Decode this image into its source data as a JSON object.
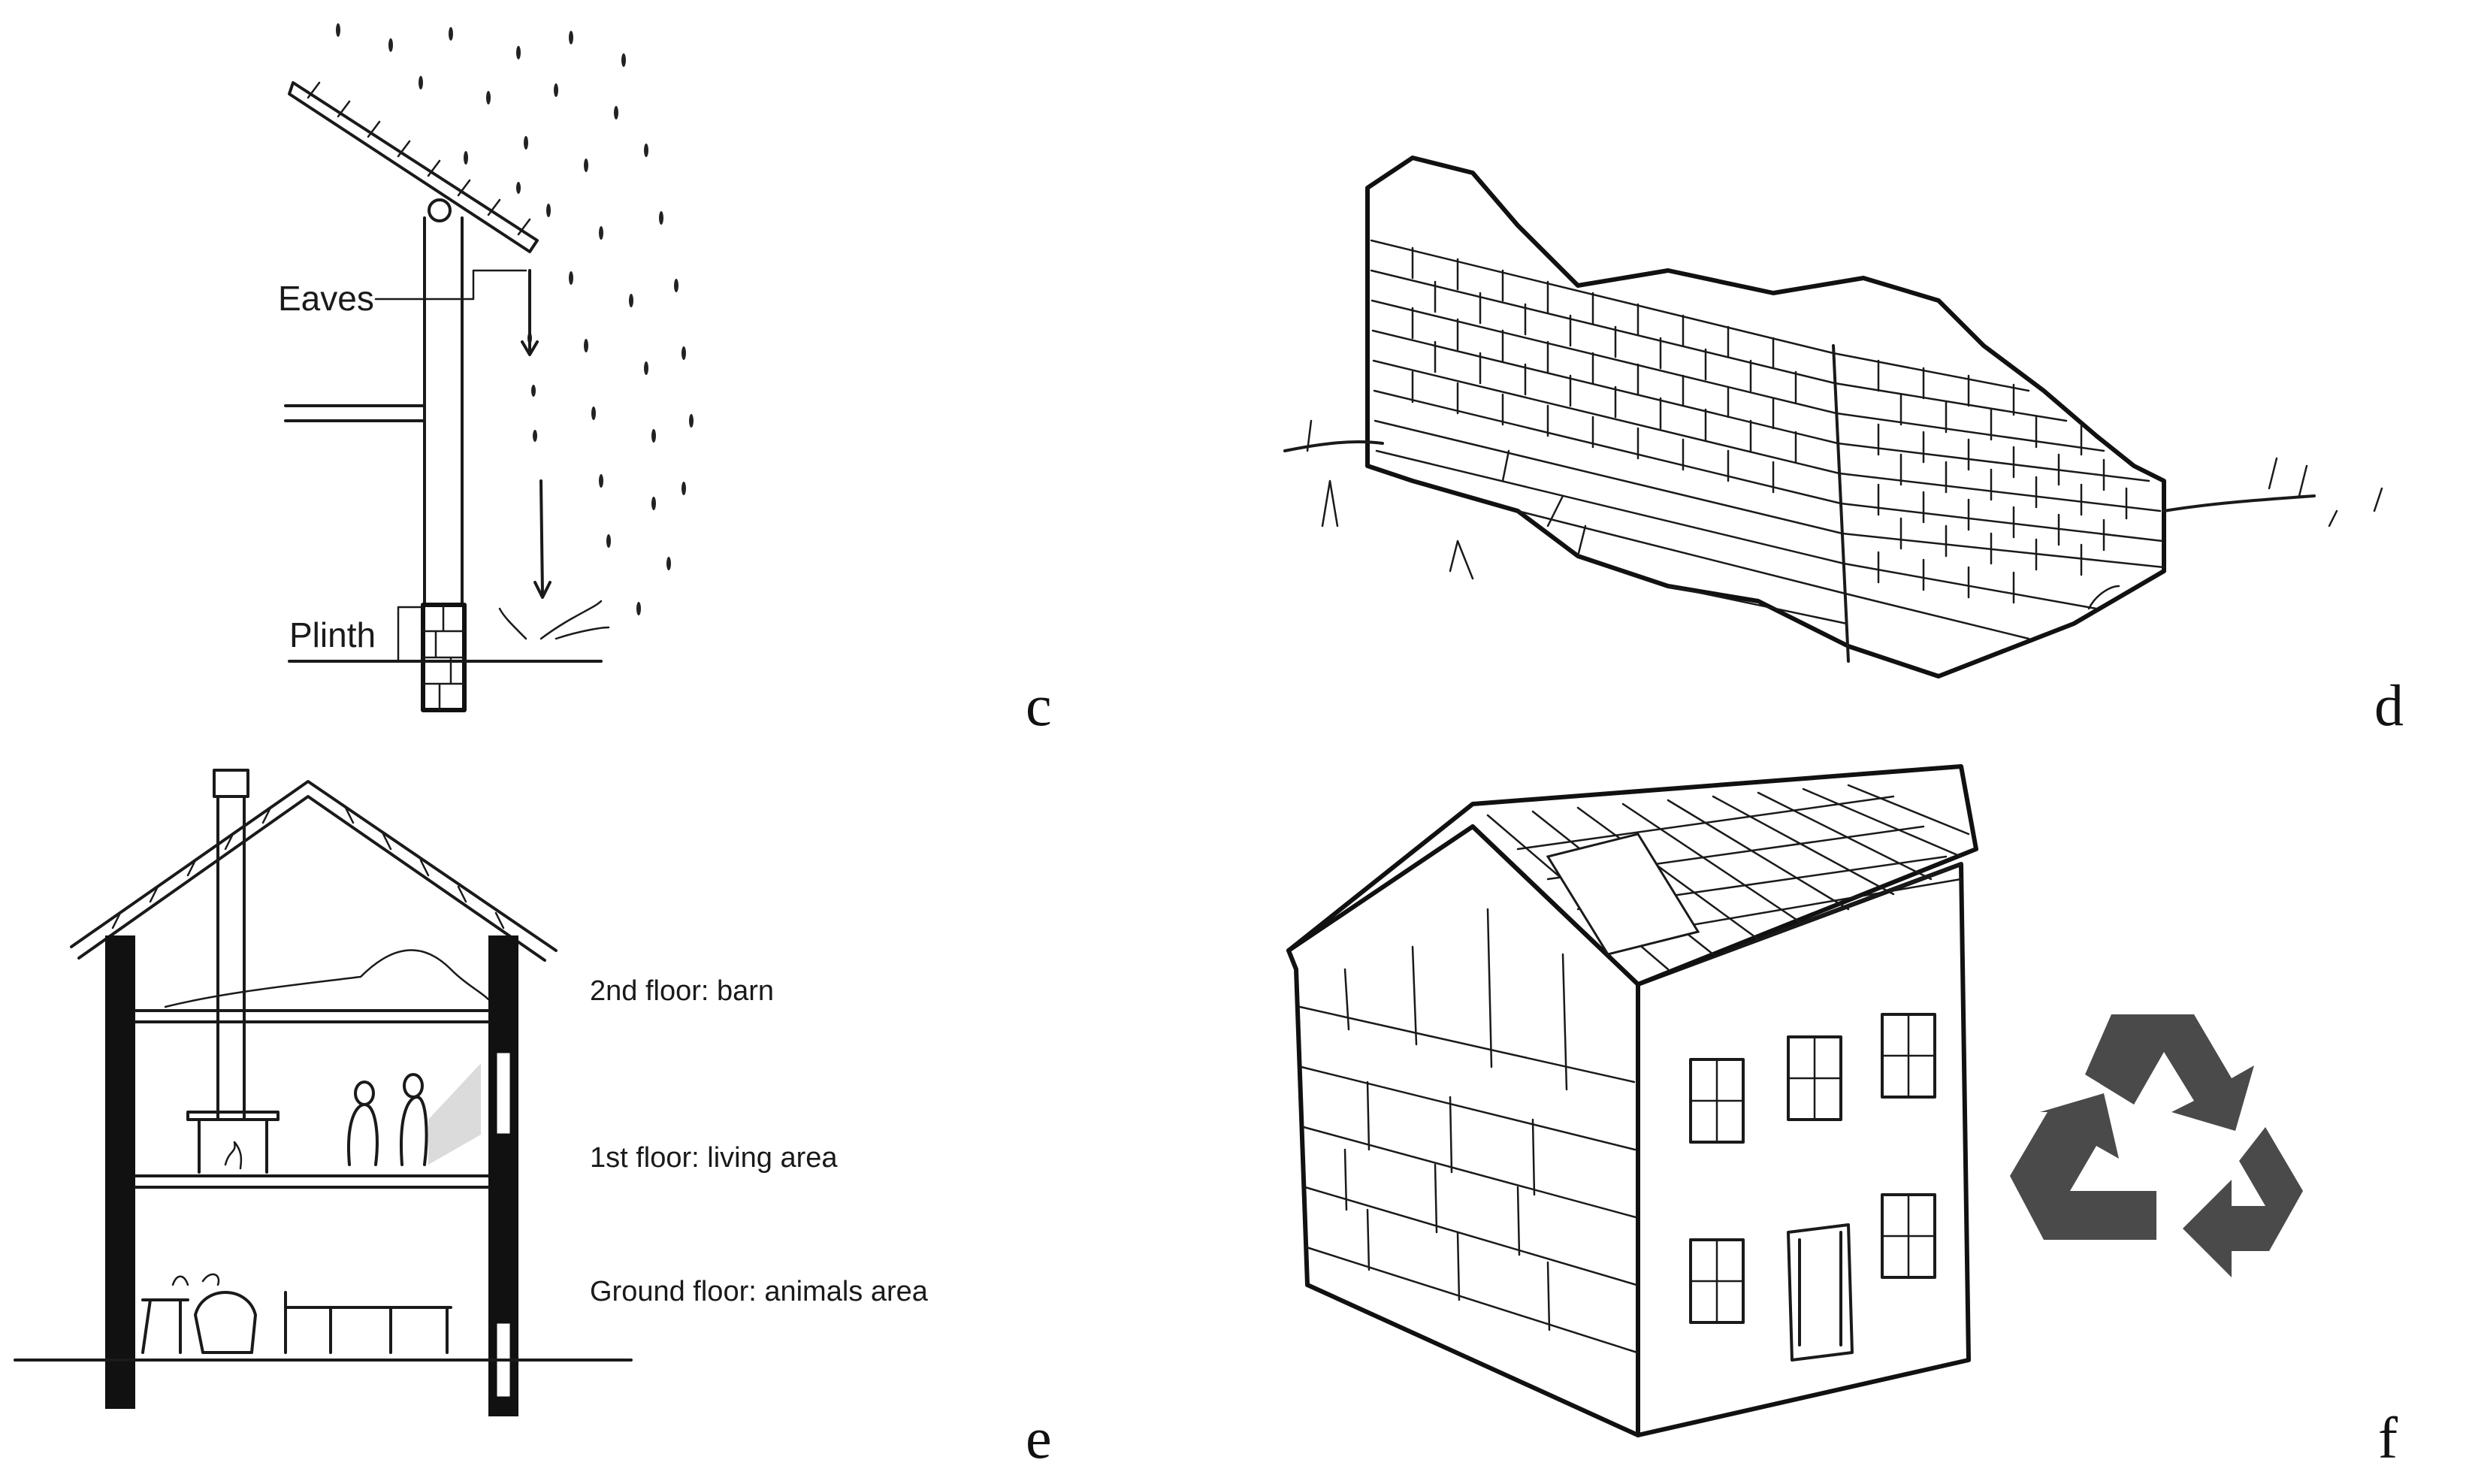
{
  "panels": {
    "c": {
      "label": "c",
      "annotations": {
        "eaves": "Eaves",
        "plinth": "Plinth"
      }
    },
    "d": {
      "label": "d"
    },
    "e": {
      "label": "e",
      "floors": {
        "second": "2nd floor: barn",
        "first": "1st floor: living area",
        "ground": "Ground floor: animals area"
      }
    },
    "f": {
      "label": "f",
      "icon": "recycle-icon"
    }
  },
  "colors": {
    "ink": "#1a1a1a",
    "recycle": "#4a4a4a"
  }
}
